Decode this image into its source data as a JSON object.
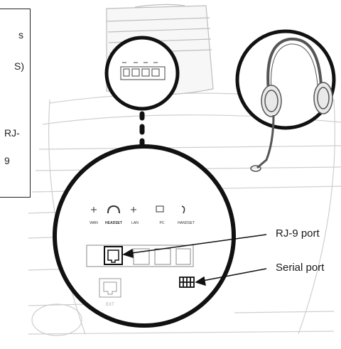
{
  "side_text_fragments": [
    "s",
    "S)",
    "RJ-",
    "9"
  ],
  "port_labels_small": [
    "WAN",
    "HEADSET",
    "LAN",
    "PC",
    "HANDSET"
  ],
  "lan_label_small": "EXT",
  "callouts": {
    "rj9": "RJ-9 port",
    "serial": "Serial port"
  }
}
